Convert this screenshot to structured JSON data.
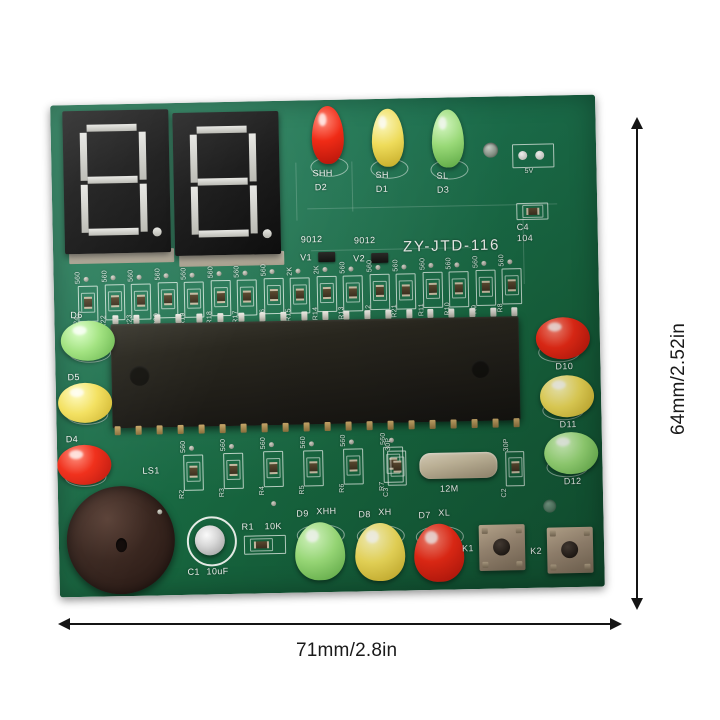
{
  "image": {
    "subject": "ZY-JTD-116 seven-segment LED traffic-light electronics DIY kit PCB",
    "background_color": "#ffffff"
  },
  "dimensions": {
    "width_label": "71mm/2.8in",
    "height_label": "64mm/2.52in"
  },
  "pcb": {
    "board_marking": "ZY-JTD-116",
    "solder_mask_color": "#1d7350",
    "silkscreen_color": "#f2f4f1"
  },
  "display": {
    "digit_left": "8.",
    "digit_right": "8."
  },
  "top_leds": [
    {
      "ref": "D2",
      "name": "SHH",
      "color": "red",
      "hex": "#f02b16"
    },
    {
      "ref": "D1",
      "name": "SH",
      "color": "yellow",
      "hex": "#f3e05c"
    },
    {
      "ref": "D3",
      "name": "SL",
      "color": "green",
      "hex": "#9fe27c"
    }
  ],
  "left_leds": [
    {
      "ref": "D6",
      "color": "green",
      "hex": "#9fe27c"
    },
    {
      "ref": "D5",
      "color": "yellow",
      "hex": "#f3e05c"
    },
    {
      "ref": "D4",
      "color": "red",
      "hex": "#f02b16"
    }
  ],
  "right_leds": [
    {
      "ref": "D10",
      "color": "red",
      "hex": "#f02b16"
    },
    {
      "ref": "D11",
      "color": "yellow",
      "hex": "#f3e05c"
    },
    {
      "ref": "D12",
      "color": "green",
      "hex": "#9fe27c"
    }
  ],
  "bottom_leds": [
    {
      "ref": "D9",
      "name": "XHH",
      "color": "green",
      "hex": "#9fe27c"
    },
    {
      "ref": "D8",
      "name": "XH",
      "color": "yellow",
      "hex": "#f3e05c"
    },
    {
      "ref": "D7",
      "name": "XL",
      "color": "red",
      "hex": "#f02b16"
    }
  ],
  "components": {
    "transistors": [
      {
        "ref": "V1",
        "part": "9012"
      },
      {
        "ref": "V2",
        "part": "9012"
      }
    ],
    "power_header": {
      "label": "5V"
    },
    "capacitors": [
      {
        "ref": "C4",
        "value": "104"
      },
      {
        "ref": "C1",
        "value": "10uF"
      },
      {
        "ref": "C3",
        "value": "30P"
      },
      {
        "ref": "C2",
        "value": "30P"
      }
    ],
    "crystal": {
      "value": "12M"
    },
    "buzzer": {
      "ref": "LS1"
    },
    "potentiometer": {
      "ref": "R1",
      "value": "10K"
    },
    "buttons": [
      {
        "ref": "K1"
      },
      {
        "ref": "K2"
      }
    ],
    "ic": {
      "package": "DIP-40",
      "marking": ""
    }
  },
  "resistor_row_top": [
    {
      "ref": "R24",
      "value": "560"
    },
    {
      "ref": "R22",
      "value": "560"
    },
    {
      "ref": "R23",
      "value": "560"
    },
    {
      "ref": "R20",
      "value": "560"
    },
    {
      "ref": "R19",
      "value": "560"
    },
    {
      "ref": "R18",
      "value": "560"
    },
    {
      "ref": "R17",
      "value": "560"
    },
    {
      "ref": "R16",
      "value": "560"
    },
    {
      "ref": "R15",
      "value": "2K"
    },
    {
      "ref": "R14",
      "value": "2K"
    },
    {
      "ref": "R13",
      "value": "560"
    },
    {
      "ref": "R12",
      "value": "560"
    },
    {
      "ref": "R21",
      "value": "560"
    },
    {
      "ref": "R11",
      "value": "560"
    },
    {
      "ref": "R10",
      "value": "560"
    },
    {
      "ref": "R9",
      "value": "560"
    },
    {
      "ref": "R8",
      "value": "560"
    }
  ],
  "resistor_row_bottom": [
    {
      "ref": "R2",
      "value": "560"
    },
    {
      "ref": "R3",
      "value": "560"
    },
    {
      "ref": "R4",
      "value": "560"
    },
    {
      "ref": "R5",
      "value": "560"
    },
    {
      "ref": "R6",
      "value": "560"
    },
    {
      "ref": "R7",
      "value": "560"
    }
  ]
}
